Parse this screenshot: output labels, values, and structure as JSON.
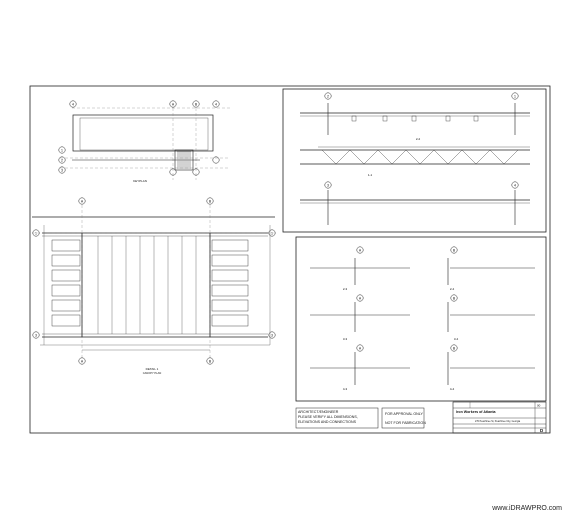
{
  "sheet": {
    "watermark": "www.iDRAWPRO.com"
  },
  "key_plan": {
    "label": "KEYPLAN",
    "grids_top": [
      "4",
      "A",
      "B",
      "4"
    ],
    "grids_side": [
      "1",
      "2",
      "3"
    ]
  },
  "plan": {
    "grids_top": [
      "A",
      "B"
    ],
    "grids_side": [
      "1",
      "3"
    ],
    "title": "DETAIL 1",
    "subtitle": "CANOPY PLAN"
  },
  "sections": {
    "top_labels": [
      "2",
      "1"
    ],
    "cut_labels": [
      "2-2",
      "1-1"
    ],
    "mid_labels": [
      "3",
      "4"
    ]
  },
  "details": {
    "labels": [
      "A",
      "B",
      "A",
      "B",
      "A",
      "B"
    ],
    "cut_labels": [
      "2-3",
      "2-4",
      "3-3",
      "3-4",
      "4-3",
      "4-4"
    ]
  },
  "notes": {
    "note_box": [
      "ARCHITECT/ENGINEER",
      "PLEASE VERIFY ALL DIMENSIONS,",
      "ELEVATIONS AND CONNECTIONS"
    ],
    "approval_line_1": "FOR APPROVAL ONLY",
    "approval_line_2": "NOT FOR FABRICATION"
  },
  "title_block": {
    "company": "Iron Workers of Atlanta",
    "address": "270 Peachtree St, Peachtree City, Georgia",
    "rev": "00",
    "sheet_no": "D"
  }
}
